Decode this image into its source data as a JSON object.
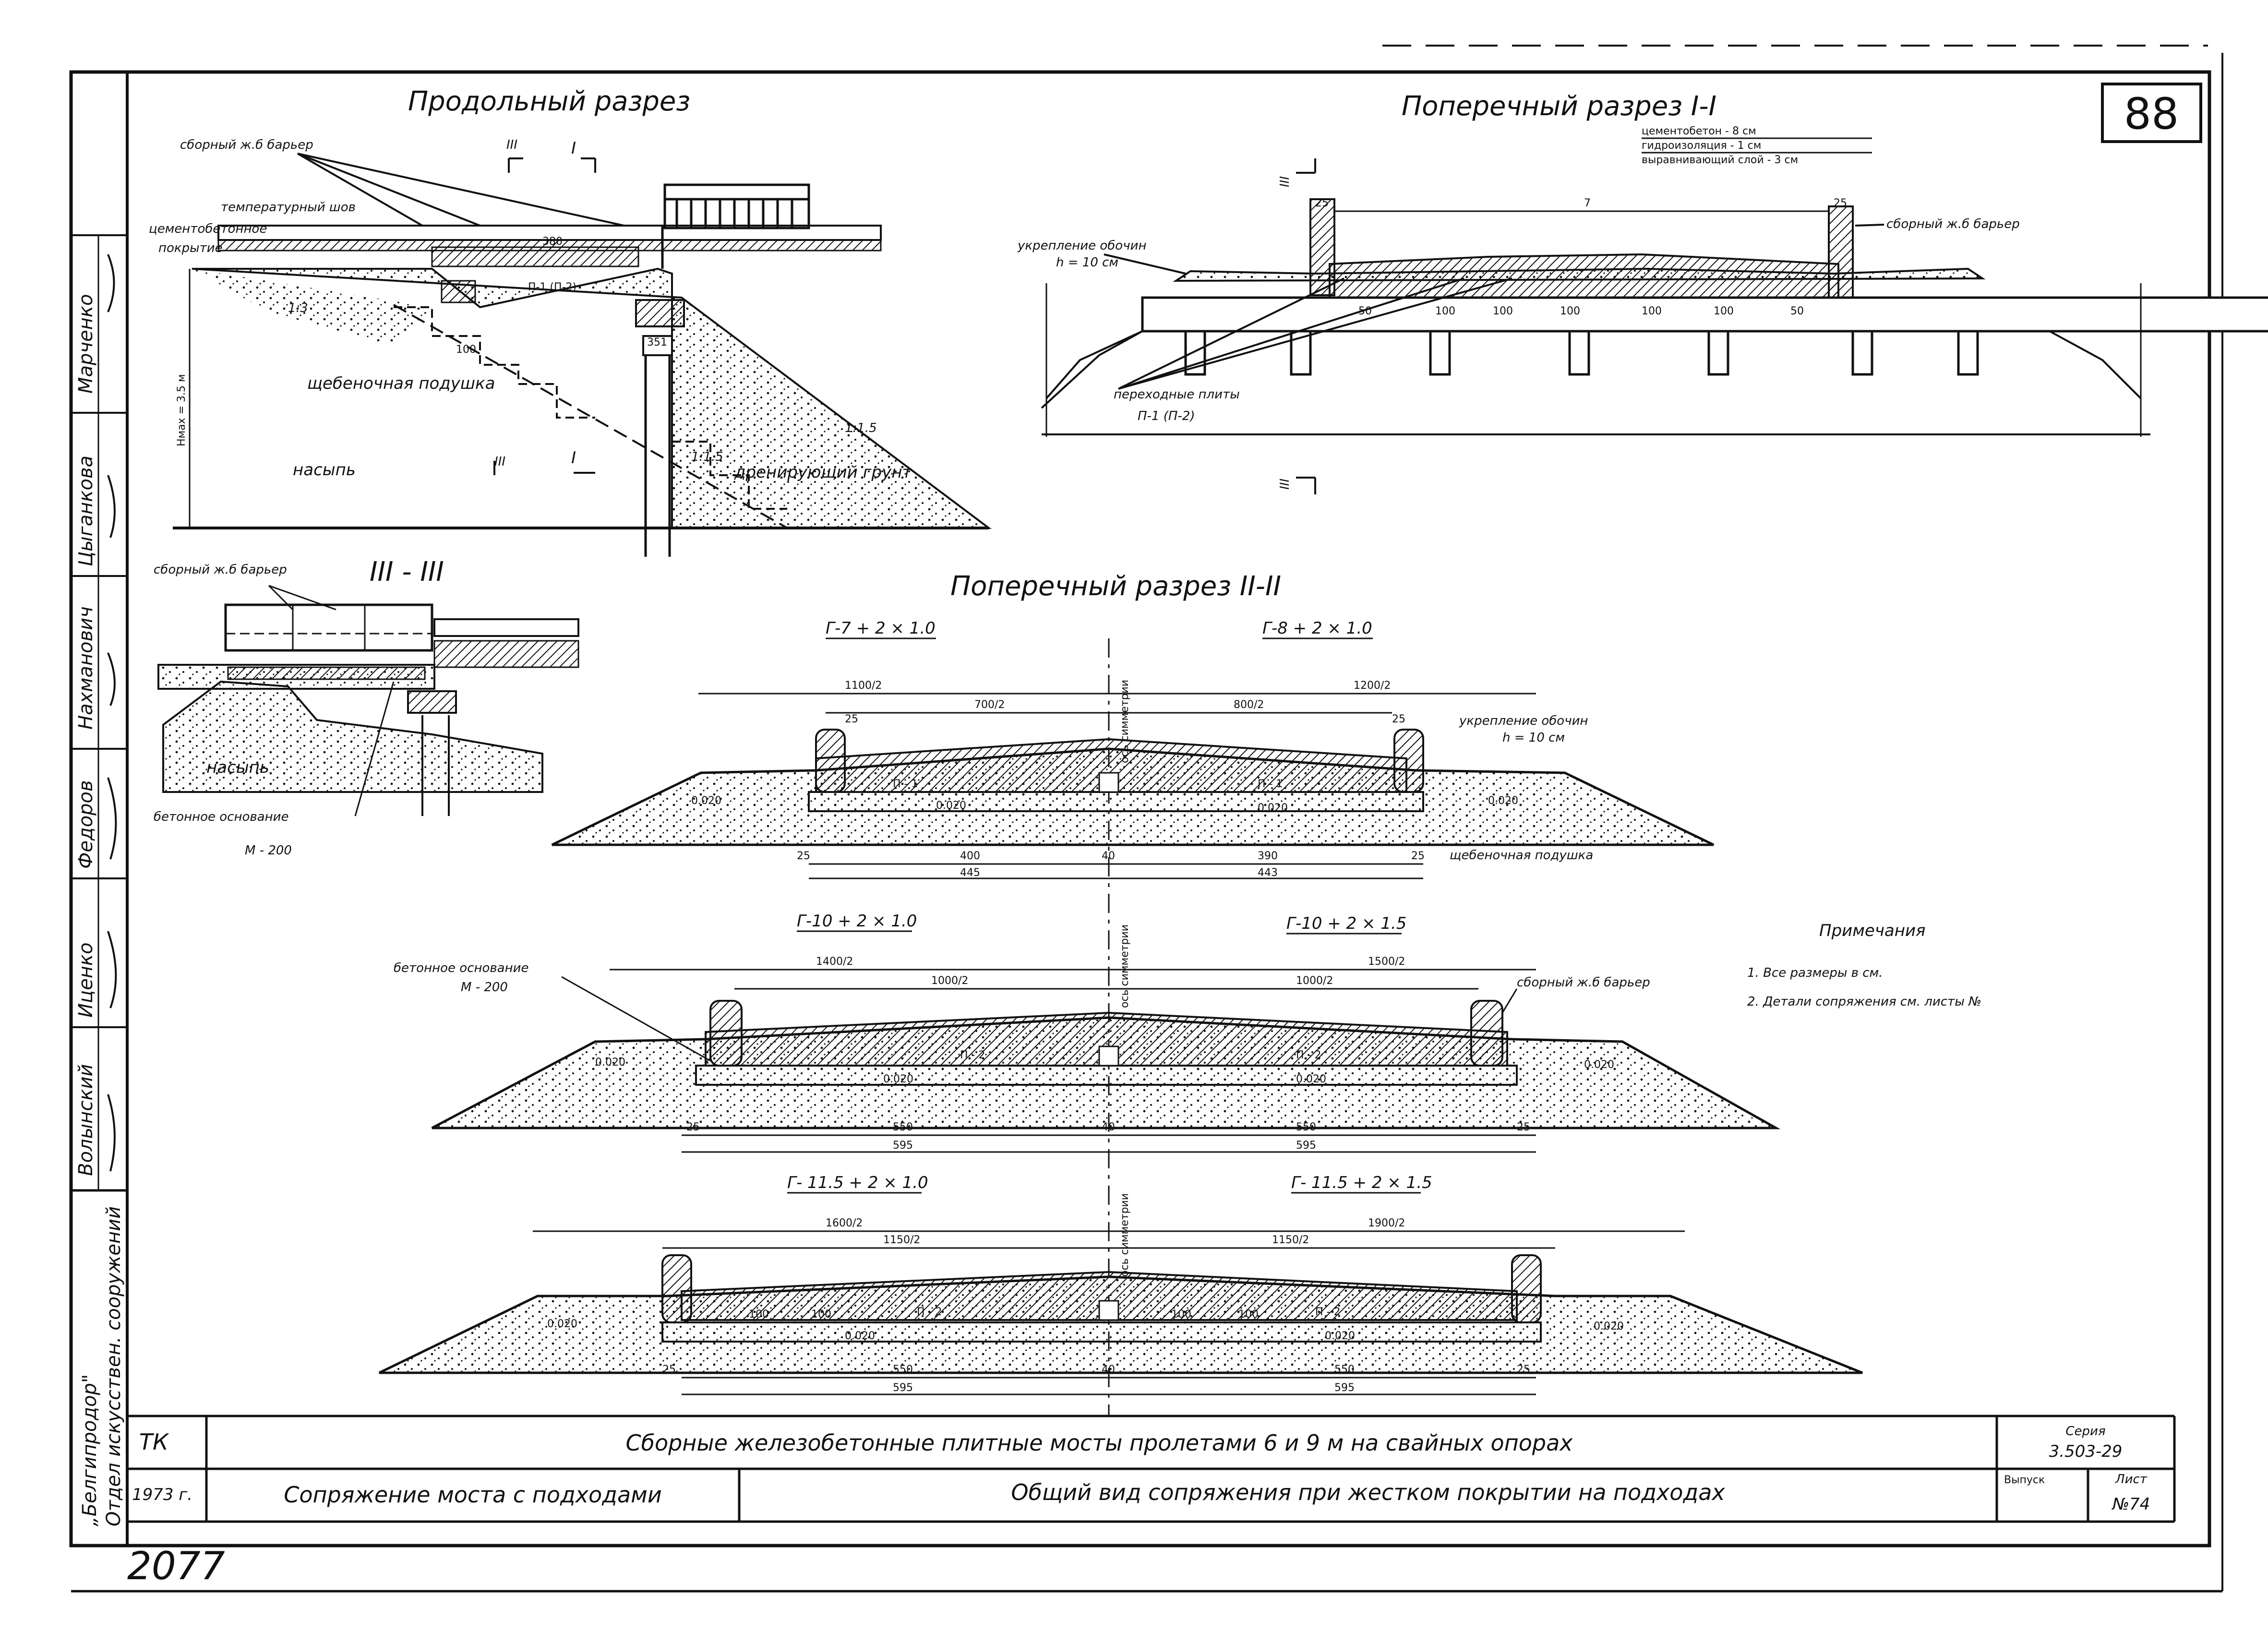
{
  "sheet": {
    "number": "88",
    "stamp": "2077"
  },
  "sections": {
    "longitudinal": {
      "title": "Продольный разрез",
      "labels": {
        "barrier": "сборный ж.б барьер",
        "joint": "температурный шов",
        "cement": "цементобетонное",
        "coating": "покрытие",
        "slab": "П-1 (П-2)",
        "dim_380": "380",
        "dim_100": "100",
        "dim_351": "351",
        "slope_1_3": "1:3",
        "slope_1_15": "1:1.5",
        "slope_1_15b": "1:1.5",
        "hmax": "Hмах = 3.5 м",
        "gravel": "щебеночная подушка",
        "fill": "насыпь",
        "drain": "дренирующий грунт",
        "cut_3": "III",
        "cut_1": "I"
      }
    },
    "section_3": {
      "title": "III - III",
      "labels": {
        "barrier": "сборный ж.б барьер",
        "fill": "насыпь",
        "base": "бетонное основание",
        "grade": "М - 200"
      }
    },
    "cross_1": {
      "title": "Поперечный разрез I-I",
      "labels": {
        "cement": "цементобетон - 8 см",
        "waterproof": "гидроизоляция - 1 см",
        "leveling": "выравнивающий слой - 3 см",
        "shoulder": "укрепление обочин",
        "shoulder_h": "h = 10 см",
        "barrier": "сборный ж.б барьер",
        "slabs": "переходные плиты",
        "slabs_code": "П-1 (П-2)",
        "dim_7": "7",
        "dim_25a": "25",
        "dim_25b": "25",
        "dims": [
          "50",
          "100",
          "100",
          "100",
          "100",
          "100",
          "50"
        ],
        "cut": "III"
      }
    },
    "cross_2": {
      "title": "Поперечный разрез II-II",
      "axis": "ось симметрии",
      "row1": {
        "left": "Г-7 + 2 × 1.0",
        "right": "Г-8 + 2 × 1.0",
        "top_left": "1100/2",
        "top_right": "1200/2",
        "in_left": "700/2",
        "in_right": "800/2",
        "d25a": "25",
        "d25b": "25",
        "d25c": "25",
        "d25d": "25",
        "d40": "40",
        "slope_l": "0.020",
        "slope_cl": "0.020",
        "slope_cr": "0.020",
        "slope_r": "0.020",
        "slab_l": "П - 1",
        "slab_r": "П - 1",
        "b_left": "400",
        "b_right": "390",
        "bb_left": "445",
        "bb_right": "443",
        "shoulder": "укрепление обочин",
        "shoulder_h": "h = 10 см",
        "gravel": "щебеночная подушка"
      },
      "row2": {
        "left": "Г-10 + 2 × 1.0",
        "right": "Г-10 + 2 × 1.5",
        "top_left": "1400/2",
        "top_right": "1500/2",
        "in_left": "1000/2",
        "in_right": "1000/2",
        "d25a": "25",
        "d25b": "25",
        "d40": "40",
        "slope_l": "0.020",
        "slope_cl": "0.020",
        "slope_cr": "0.020",
        "slope_r": "0.020",
        "slab_l": "П - 2",
        "slab_r": "П - 2",
        "b_left": "550",
        "b_right": "550",
        "bb_left": "595",
        "bb_right": "595",
        "base": "бетонное основание",
        "grade": "М - 200",
        "barrier": "сборный ж.б барьер"
      },
      "row3": {
        "left": "Г- 11.5 + 2 × 1.0",
        "right": "Г- 11.5 + 2 × 1.5",
        "top_left": "1600/2",
        "top_right": "1900/2",
        "in_left": "1150/2",
        "in_right": "1150/2",
        "d25a": "25",
        "d25b": "25",
        "d40": "40",
        "slope_l": "0.020",
        "slope_cl": "0.020",
        "slope_cr": "0.020",
        "slope_r": "0.020",
        "slab_l": "П - 2",
        "slab_r": "П - 2",
        "b_left": "550",
        "b_right": "550",
        "bb_left": "595",
        "bb_right": "595",
        "m_100a": "100",
        "m_100b": "100",
        "m_100c": "100",
        "m_100d": "100"
      }
    }
  },
  "notes": {
    "title": "Примечания",
    "items": [
      "1. Все размеры в см.",
      "2. Детали сопряжения см. листы №"
    ]
  },
  "signatures": [
    "Марченко",
    "Цыганкова",
    "Нахманович",
    "Федоров",
    "Иценко",
    "Волынский"
  ],
  "organization": {
    "name": "„Белгипродор\"",
    "dept": "Отдел искусствен. сооружений"
  },
  "title_block": {
    "code": "ТК",
    "year": "1973 г.",
    "main_title": "Сборные железобетонные плитные мосты пролетами 6 и 9 м на свайных опорах",
    "subject": "Сопряжение моста с подходами",
    "sheet_title": "Общий вид сопряжения при жестком покрытии на подходах",
    "series_label": "Серия",
    "series_value": "3.503-29",
    "issue_label": "Выпуск",
    "sheet_label": "Лист",
    "sheet_value": "№74"
  }
}
